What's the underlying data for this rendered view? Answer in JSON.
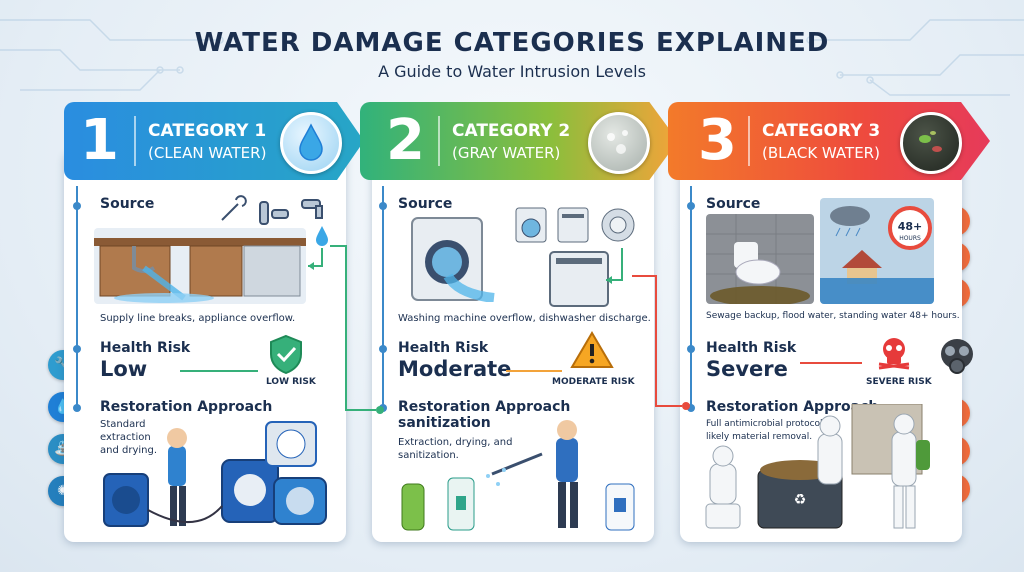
{
  "title": "WATER DAMAGE CATEGORIES EXPLAINED",
  "subtitle": "A Guide to Water Intrusion Levels",
  "colors": {
    "cat1": "#1f7fd6",
    "cat2": "#36b07a",
    "cat3": "#ea4a3a",
    "dark": "#1b2f4f"
  },
  "categories": [
    {
      "number": "1",
      "name": "CATEGORY 1",
      "type": "(CLEAN WATER)",
      "source_heading": "Source",
      "source_text": "Supply line breaks, appliance overflow.",
      "risk_heading": "Health Risk",
      "risk_level": "Low",
      "risk_label": "LOW RISK",
      "restoration_heading": "Restoration Approach",
      "restoration_text": "Standard extraction and drying."
    },
    {
      "number": "2",
      "name": "CATEGORY 2",
      "type": "(GRAY WATER)",
      "source_heading": "Source",
      "source_text": "Washing machine overflow, dishwasher discharge.",
      "risk_heading": "Health Risk",
      "risk_level": "Moderate",
      "risk_label": "MODERATE RISK",
      "restoration_heading": "Restoration Approach",
      "restoration_extra": "sanitization",
      "restoration_text": "Extraction, drying, and sanitization."
    },
    {
      "number": "3",
      "name": "CATEGORY 3",
      "type": "(BLACK WATER)",
      "source_heading": "Source",
      "source_text": "Sewage backup, flood water, standing water 48+ hours.",
      "risk_heading": "Health Risk",
      "risk_level": "Severe",
      "risk_label": "SEVERE RISK",
      "restoration_heading": "Restoration Approach",
      "restoration_text": "Full antimicrobial protocol likely material removal.",
      "clock_label": "48+",
      "clock_sub": "HOURS"
    }
  ],
  "icons": [
    "wrench-icon",
    "water-drop-icon",
    "faucet-icon",
    "fan-icon",
    "pipe-icon",
    "washing-machine-icon",
    "dishwasher-icon",
    "drain-icon",
    "storm-icon",
    "house-icon",
    "biohazard-icon",
    "skull-icon",
    "gas-mask-icon",
    "shield-check-icon",
    "warning-icon",
    "trash-icon",
    "spray-bottle-icon"
  ]
}
